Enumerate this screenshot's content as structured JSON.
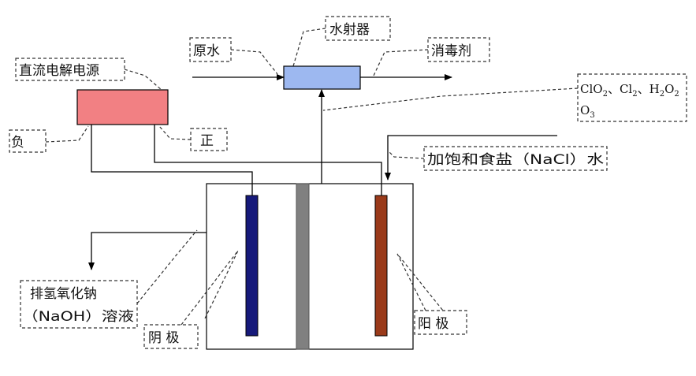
{
  "labels": {
    "power_source": "直流电解电源",
    "negative": "负",
    "positive": "正",
    "raw_water": "原水",
    "water_jet": "水射器",
    "disinfectant": "消毒剂",
    "gases_line1_a": "ClO",
    "gases_line1_a_sub": "2",
    "gases_line1_b": "、Cl",
    "gases_line1_b_sub": "2",
    "gases_line1_c": "、H",
    "gases_line1_c_sub": "2",
    "gases_line1_d": "O",
    "gases_line1_d_sub": "2",
    "gases_line2_a": "O",
    "gases_line2_a_sub": "3",
    "brine": "加饱和食盐（NaCl）水",
    "naoh_line1": "排氢氧化钠",
    "naoh_line2": "（NaOH）溶液",
    "cathode": "阴 极",
    "anode": "阳 极"
  },
  "colors": {
    "power_box": "#f28083",
    "jet_box": "#9db8f0",
    "cathode_plate": "#16197a",
    "anode_plate": "#9a3a1a",
    "membrane": "#808080"
  }
}
